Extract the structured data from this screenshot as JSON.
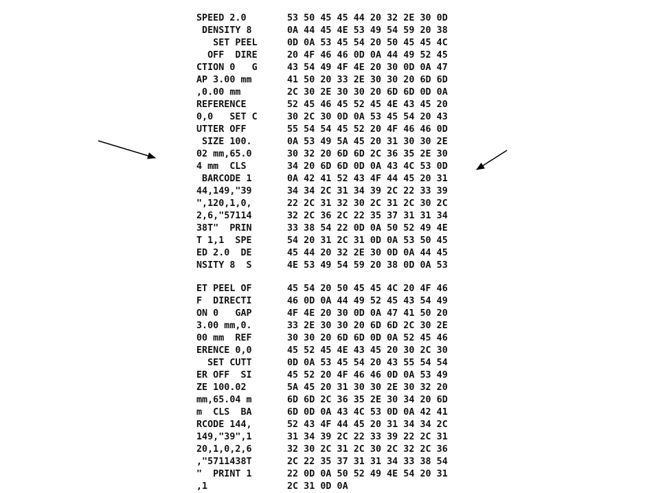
{
  "dump": {
    "blocks": [
      {
        "rows": [
          {
            "ascii": "SPEED 2.0   ",
            "hex": "53 50 45 45 44 20 32 2E 30 0D"
          },
          {
            "ascii": " DENSITY 8  ",
            "hex": "0A 44 45 4E 53 49 54 59 20 38"
          },
          {
            "ascii": "   SET PEEL ",
            "hex": "0D 0A 53 45 54 20 50 45 45 4C"
          },
          {
            "ascii": "  OFF  DIRE ",
            "hex": "20 4F 46 46 0D 0A 44 49 52 45"
          },
          {
            "ascii": "CTION 0   G ",
            "hex": "43 54 49 4F 4E 20 30 0D 0A 47"
          },
          {
            "ascii": "AP 3.00 mm  ",
            "hex": "41 50 20 33 2E 30 30 20 6D 6D"
          },
          {
            "ascii": ",0.00 mm    ",
            "hex": "2C 30 2E 30 30 20 6D 6D 0D 0A"
          },
          {
            "ascii": "REFERENCE   ",
            "hex": "52 45 46 45 52 45 4E 43 45 20"
          },
          {
            "ascii": "0,0   SET C ",
            "hex": "30 2C 30 0D 0A 53 45 54 20 43"
          },
          {
            "ascii": "UTTER OFF   ",
            "hex": "55 54 54 45 52 20 4F 46 46 0D"
          },
          {
            "ascii": " SIZE 100.  ",
            "hex": "0A 53 49 5A 45 20 31 30 30 2E"
          },
          {
            "ascii": "02 mm,65.0  ",
            "hex": "30 32 20 6D 6D 2C 36 35 2E 30"
          },
          {
            "ascii": "4 mm  CLS   ",
            "hex": "34 20 6D 6D 0D 0A 43 4C 53 0D"
          },
          {
            "ascii": " BARCODE 1  ",
            "hex": "0A 42 41 52 43 4F 44 45 20 31"
          },
          {
            "ascii": "44,149,\"39  ",
            "hex": "34 34 2C 31 34 39 2C 22 33 39"
          },
          {
            "ascii": "\",120,1,0,  ",
            "hex": "22 2C 31 32 30 2C 31 2C 30 2C"
          },
          {
            "ascii": "2,6,\"57114  ",
            "hex": "32 2C 36 2C 22 35 37 31 31 34"
          },
          {
            "ascii": "38T\"  PRIN  ",
            "hex": "33 38 54 22 0D 0A 50 52 49 4E"
          },
          {
            "ascii": "T 1,1  SPE  ",
            "hex": "54 20 31 2C 31 0D 0A 53 50 45"
          },
          {
            "ascii": "ED 2.0  DE  ",
            "hex": "45 44 20 32 2E 30 0D 0A 44 45"
          },
          {
            "ascii": "NSITY 8  S  ",
            "hex": "4E 53 49 54 59 20 38 0D 0A 53"
          }
        ]
      },
      {
        "rows": [
          {
            "ascii": "ET PEEL OF  ",
            "hex": "45 54 20 50 45 45 4C 20 4F 46"
          },
          {
            "ascii": "F  DIRECTI  ",
            "hex": "46 0D 0A 44 49 52 45 43 54 49"
          },
          {
            "ascii": "ON 0   GAP  ",
            "hex": "4F 4E 20 30 0D 0A 47 41 50 20"
          },
          {
            "ascii": "3.00 mm,0.  ",
            "hex": "33 2E 30 30 20 6D 6D 2C 30 2E"
          },
          {
            "ascii": "00 mm  REF  ",
            "hex": "30 30 20 6D 6D 0D 0A 52 45 46"
          },
          {
            "ascii": "ERENCE 0,0  ",
            "hex": "45 52 45 4E 43 45 20 30 2C 30"
          },
          {
            "ascii": "  SET CUTT  ",
            "hex": "0D 0A 53 45 54 20 43 55 54 54"
          },
          {
            "ascii": "ER OFF  SI  ",
            "hex": "45 52 20 4F 46 46 0D 0A 53 49"
          },
          {
            "ascii": "ZE 100.02   ",
            "hex": "5A 45 20 31 30 30 2E 30 32 20"
          },
          {
            "ascii": "mm,65.04 m  ",
            "hex": "6D 6D 2C 36 35 2E 30 34 20 6D"
          },
          {
            "ascii": "m  CLS  BA  ",
            "hex": "6D 0D 0A 43 4C 53 0D 0A 42 41"
          },
          {
            "ascii": "RCODE 144,  ",
            "hex": "52 43 4F 44 45 20 31 34 34 2C"
          },
          {
            "ascii": "149,\"39\",1  ",
            "hex": "31 34 39 2C 22 33 39 22 2C 31"
          },
          {
            "ascii": "20,1,0,2,6  ",
            "hex": "32 30 2C 31 2C 30 2C 32 2C 36"
          },
          {
            "ascii": ",\"5711438T  ",
            "hex": "2C 22 35 37 31 31 34 33 38 54"
          },
          {
            "ascii": "\"  PRINT 1  ",
            "hex": "22 0D 0A 50 52 49 4E 54 20 31"
          },
          {
            "ascii": ",1          ",
            "hex": "2C 31 0D 0A"
          }
        ]
      }
    ]
  },
  "annotations": {
    "arrow_color": "#000000"
  }
}
